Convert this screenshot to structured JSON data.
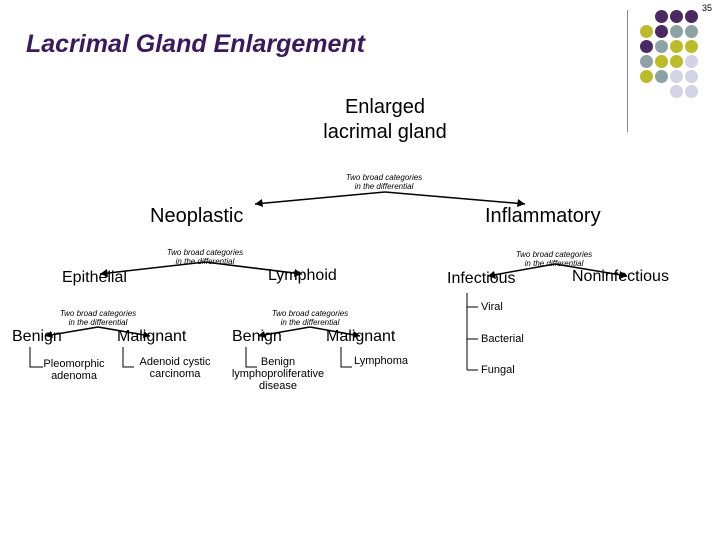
{
  "slide_number": "35",
  "title": "Lacrimal Gland Enlargement",
  "colors": {
    "title": "#3a1a5c",
    "purple": "#4b2a63",
    "gray_blue": "#8da2a5",
    "olive": "#bcbb2a",
    "lavender": "#d4d3e6"
  },
  "decoration_rows": [
    [
      "purple",
      "purple",
      "purple"
    ],
    [
      "olive",
      "purple",
      "gray_blue",
      "gray_blue"
    ],
    [
      "purple",
      "gray_blue",
      "olive",
      "olive"
    ],
    [
      "gray_blue",
      "olive",
      "olive",
      "lavender"
    ],
    [
      "olive",
      "gray_blue",
      "lavender",
      "lavender"
    ],
    [
      "lavender",
      "lavender"
    ]
  ],
  "tree": {
    "root_line1": "Enlarged",
    "root_line2": "lacrimal gland",
    "root_caption_line1": "Two broad categories",
    "root_caption_line2": "in the differential",
    "neoplastic": "Neoplastic",
    "inflammatory": "Inflammatory",
    "neoplastic_caption_line1": "Two broad categories",
    "neoplastic_caption_line2": "in the differential",
    "inflammatory_caption_line1": "Two broad categories",
    "inflammatory_caption_line2": "in the differential",
    "epithelial": "Epithelial",
    "lymphoid": "Lymphoid",
    "infectious": "Infectious",
    "noninfectious": "Noninfectious",
    "epithelial_caption_line1": "Two broad categories",
    "epithelial_caption_line2": "in the differential",
    "lymphoid_caption_line1": "Two broad categories",
    "lymphoid_caption_line2": "in the differential",
    "epithelial_benign": "Benign",
    "epithelial_malignant": "Malignant",
    "lymphoid_benign": "Benign",
    "lymphoid_malignant": "Malignant",
    "pleomorphic_line1": "Pleomorphic",
    "pleomorphic_line2": "adenoma",
    "adenoid_line1": "Adenoid cystic",
    "adenoid_line2": "carcinoma",
    "blpd_line1": "Benign",
    "blpd_line2": "lymphoproliferative",
    "blpd_line3": "disease",
    "lymphoma": "Lymphoma",
    "viral": "Viral",
    "bacterial": "Bacterial",
    "fungal": "Fungal"
  }
}
